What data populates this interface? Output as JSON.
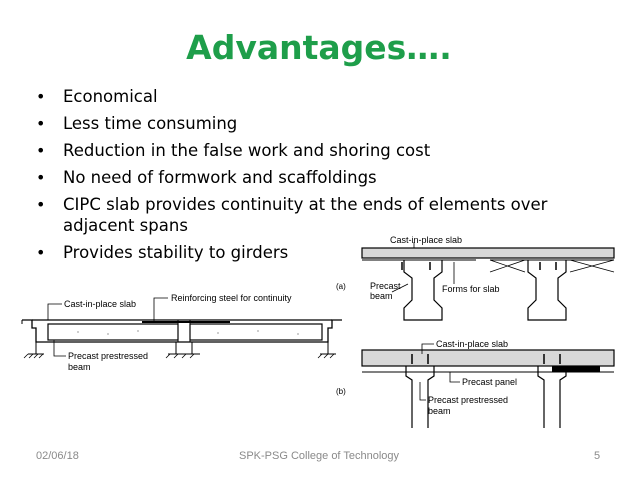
{
  "slide": {
    "title": "Advantages….",
    "bullets": [
      {
        "text": "Economical"
      },
      {
        "text": "Less time consuming"
      },
      {
        "text": "Reduction in the false work and shoring cost"
      },
      {
        "text": "No need of formwork and scaffoldings"
      },
      {
        "text": "CIPC slab provides continuity at the ends of elements over adjacent spans"
      },
      {
        "text": "Provides stability to girders"
      }
    ],
    "bullet_symbol": "•",
    "title_color": "#1e9e4a"
  },
  "figure_left": {
    "label_slab": "Cast-in-place slab",
    "label_steel": "Reinforcing steel for continuity",
    "label_beam_line1": "Precast prestressed",
    "label_beam_line2": "beam"
  },
  "figure_right": {
    "label_a": "(a)",
    "label_b": "(b)",
    "label_slab_top": "Cast-in-place slab",
    "label_precast_line1": "Precast",
    "label_precast_line2": "beam",
    "label_forms": "Forms for slab",
    "label_slab_b": "Cast-in-place slab",
    "label_panel": "Precast panel",
    "label_beam_line1": "Precast prestressed",
    "label_beam_line2": "beam"
  },
  "footer": {
    "date": "02/06/18",
    "institution": "SPK-PSG College of Technology",
    "page_number": "5"
  }
}
